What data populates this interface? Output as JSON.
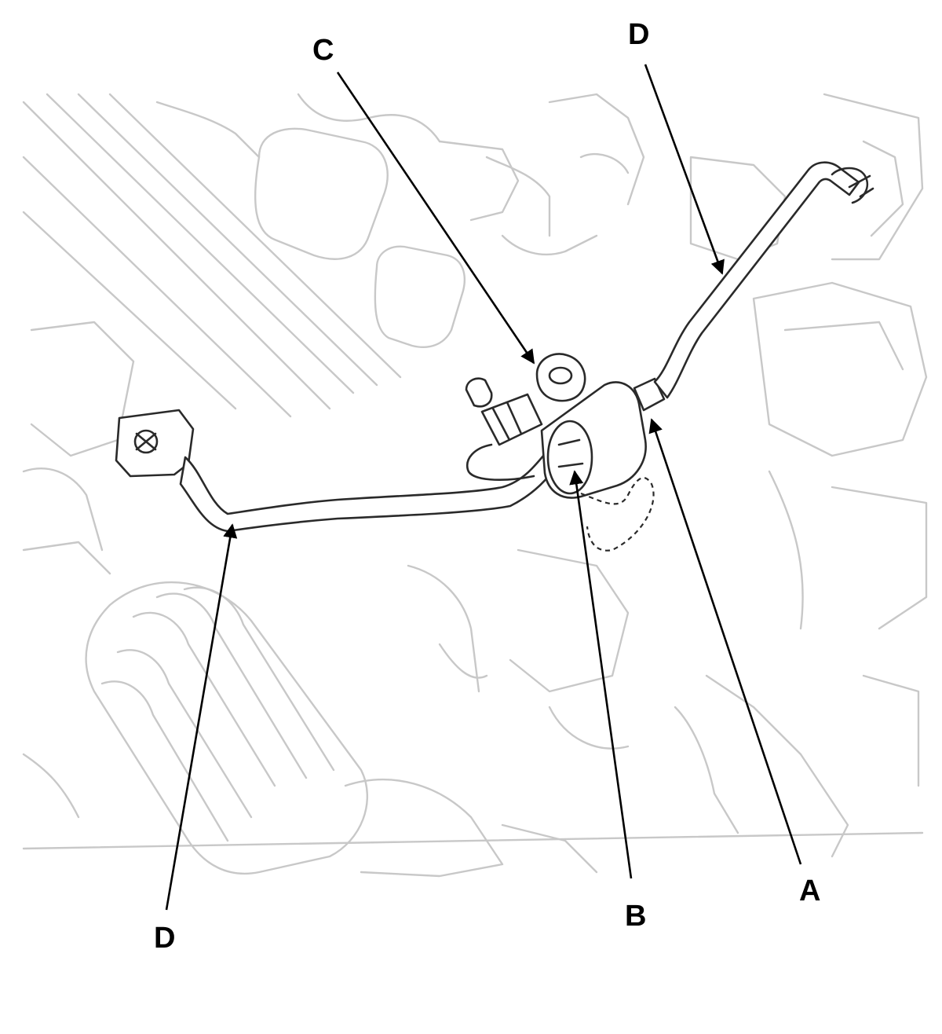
{
  "callouts": {
    "a": "A",
    "b": "B",
    "c": "C",
    "d_upper": "D",
    "d_lower": "D"
  },
  "colors": {
    "background_linework": "#c8c8c8",
    "highlighted_part": "#2a2a2a",
    "callout_text": "#000000"
  }
}
